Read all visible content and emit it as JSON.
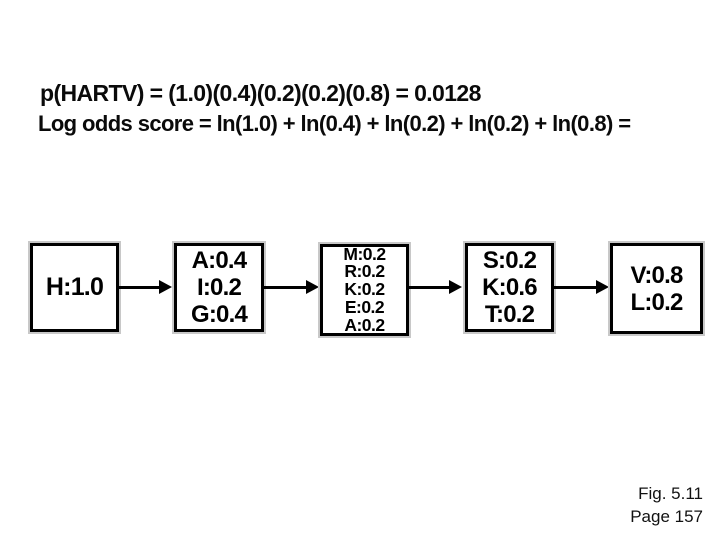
{
  "formulas": {
    "probability": "p(HARTV) = (1.0)(0.4)(0.2)(0.2)(0.8) = 0.0128",
    "log_odds": "Log odds score = ln(1.0) + ln(0.4) + ln(0.2) + ln(0.2) + ln(0.8) ="
  },
  "diagram": {
    "states": [
      {
        "entries": [
          "H:1.0"
        ]
      },
      {
        "entries": [
          "A:0.4",
          "I:0.2",
          "G:0.4"
        ]
      },
      {
        "entries": [
          "M:0.2",
          "R:0.2",
          "K:0.2",
          "E:0.2",
          "A:0.2"
        ]
      },
      {
        "entries": [
          "S:0.2",
          "K:0.6",
          "T:0.2"
        ]
      },
      {
        "entries": [
          "V:0.8",
          "L:0.2"
        ]
      }
    ]
  },
  "footer": {
    "figure_label": "Fig. 5.11",
    "page_label": "Page 157"
  },
  "colors": {
    "background": "#ffffff",
    "text": "#000000",
    "box_border": "#000000",
    "box_shadow": "#c8c8c8"
  }
}
